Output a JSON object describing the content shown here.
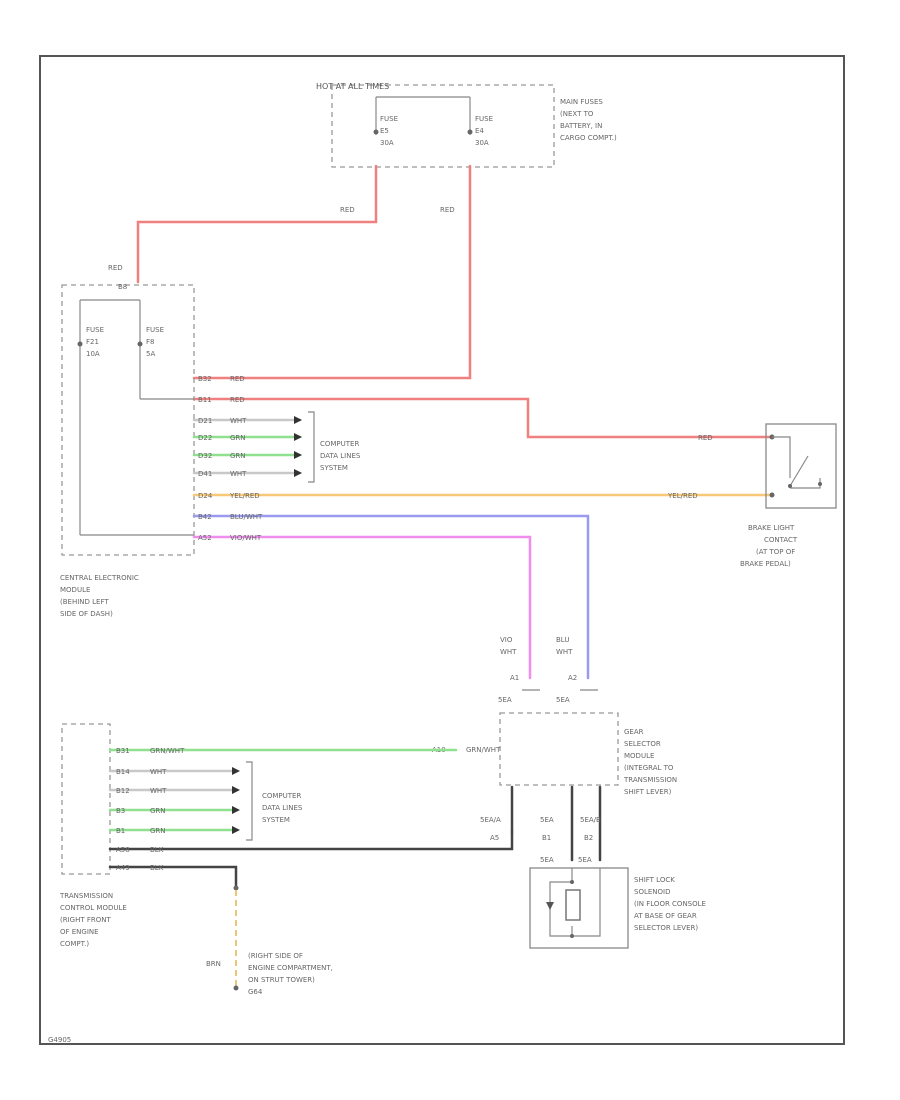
{
  "fusebox": {
    "title": "HOT AT ALL TIMES",
    "fuse1": [
      "FUSE",
      "E5",
      "30A"
    ],
    "fuse2": [
      "FUSE",
      "E4",
      "30A"
    ],
    "desc": [
      "MAIN FUSES",
      "(NEXT TO",
      "BATTERY, IN",
      "CARGO COMPT.)"
    ]
  },
  "cem": {
    "in_pin": "B8",
    "fuse1": [
      "FUSE",
      "F21",
      "10A"
    ],
    "fuse2": [
      "FUSE",
      "F8",
      "5A"
    ],
    "desc": [
      "CENTRAL ELECTRONIC",
      "MODULE",
      "(BEHIND LEFT",
      "SIDE OF DASH)"
    ],
    "pins": [
      {
        "pin": "B32",
        "color": "RED"
      },
      {
        "pin": "B11",
        "color": "RED"
      },
      {
        "pin": "D21",
        "color": "WHT"
      },
      {
        "pin": "D22",
        "color": "GRN"
      },
      {
        "pin": "D32",
        "color": "GRN"
      },
      {
        "pin": "D41",
        "color": "WHT"
      },
      {
        "pin": "D24",
        "color": "YEL/RED"
      },
      {
        "pin": "B42",
        "color": "BLU/WHT"
      },
      {
        "pin": "A52",
        "color": "VIO/WHT"
      }
    ]
  },
  "data_lines_1": [
    "COMPUTER",
    "DATA LINES",
    "SYSTEM"
  ],
  "data_lines_2": [
    "COMPUTER",
    "DATA LINES",
    "SYSTEM"
  ],
  "wire_labels": {
    "red_top_left": "RED",
    "red_top_right": "RED",
    "red_cem_in": "RED",
    "red_to_brake": "RED",
    "yel_to_brake": "YEL/RED",
    "vio": [
      "VIO",
      "WHT"
    ],
    "blu": [
      "BLU",
      "WHT"
    ]
  },
  "brake_switch": {
    "desc": [
      "BRAKE LIGHT",
      "CONTACT",
      "(AT TOP OF",
      "BRAKE PEDAL)"
    ]
  },
  "gsm": {
    "pins_top": [
      "A1",
      "A2"
    ],
    "conn_top": [
      "5EA",
      "5EA"
    ],
    "in_pin": "A10",
    "in_color": "GRN/WHT",
    "desc": [
      "GEAR",
      "SELECTOR",
      "MODULE",
      "(INTEGRAL TO",
      "TRANSMISSION",
      "SHIFT LEVER)"
    ],
    "bottom_labels": [
      "5EA/A",
      "5EA",
      "5EA/B"
    ],
    "bottom_pins": [
      "A5",
      "B1",
      "B2"
    ]
  },
  "tcm": {
    "desc": [
      "TRANSMISSION",
      "CONTROL MODULE",
      "(RIGHT FRONT",
      "OF ENGINE",
      "COMPT.)"
    ],
    "pins": [
      {
        "pin": "B31",
        "color": "GRN/WHT"
      },
      {
        "pin": "B14",
        "color": "WHT"
      },
      {
        "pin": "B12",
        "color": "WHT"
      },
      {
        "pin": "B3",
        "color": "GRN"
      },
      {
        "pin": "B1",
        "color": "GRN"
      },
      {
        "pin": "A58",
        "color": "BLK"
      },
      {
        "pin": "A49",
        "color": "BLK"
      }
    ]
  },
  "solenoid": {
    "conn": [
      "5EA",
      "5EA"
    ],
    "desc": [
      "SHIFT LOCK",
      "SOLENOID",
      "(IN FLOOR CONSOLE",
      "AT BASE OF GEAR",
      "SELECTOR LEVER)"
    ]
  },
  "ground": {
    "wire": "BRN",
    "desc": [
      "(RIGHT SIDE OF",
      "ENGINE COMPARTMENT,",
      "ON STRUT TOWER)",
      "G64"
    ]
  },
  "footer": "G4905"
}
